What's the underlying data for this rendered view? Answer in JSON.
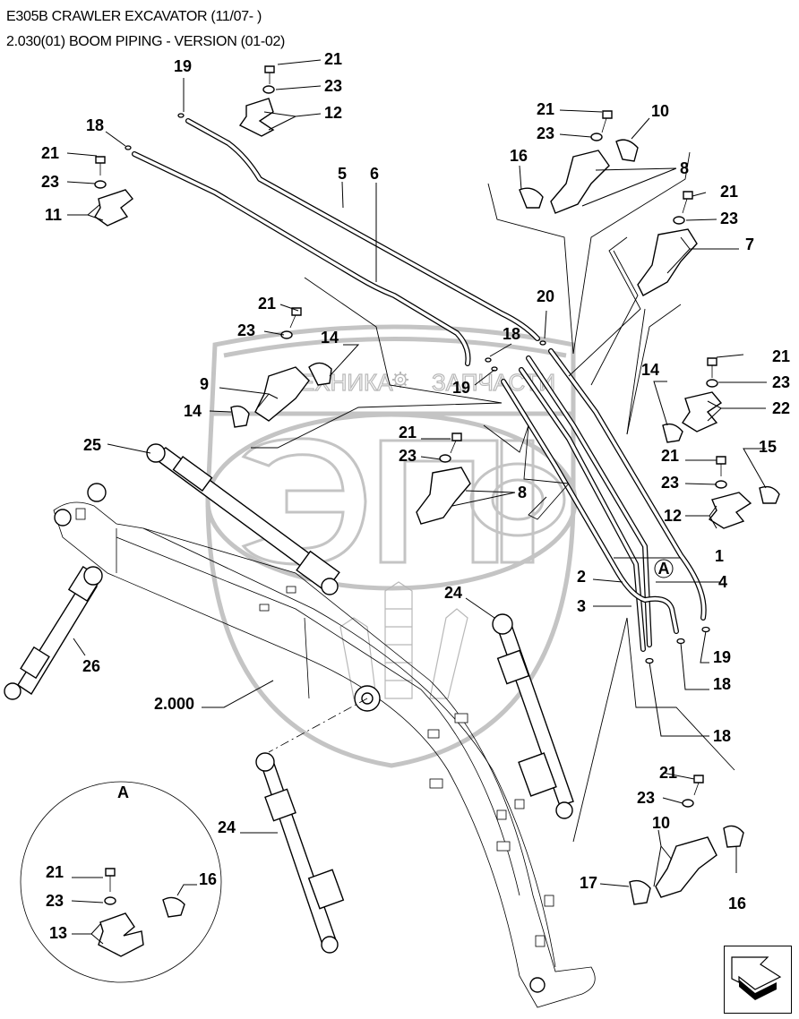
{
  "header": {
    "model": "E305B CRAWLER EXCAVATOR (11/07- )",
    "section": "2.030(01) BOOM PIPING - VERSION (01-02)"
  },
  "watermark": {
    "left_word": "ТЕХНИКА",
    "right_word": "ЗАПЧАСТИ",
    "logo_letters": "ЭПФ",
    "gear_icon": "gear-icon"
  },
  "detail_view": {
    "title": "A",
    "callout_marker": "A"
  },
  "callouts": {
    "c_19_top": "19",
    "c_18_top": "18",
    "c_21_a": "21",
    "c_23_a": "23",
    "c_12_a": "12",
    "c_21_b": "21",
    "c_23_b": "23",
    "c_11": "11",
    "c_5": "5",
    "c_6": "6",
    "c_21_c": "21",
    "c_23_c": "23",
    "c_10_a": "10",
    "c_16_a": "16",
    "c_8_a": "8",
    "c_21_d": "21",
    "c_23_d": "23",
    "c_7": "7",
    "c_20": "20",
    "c_18_mid": "18",
    "c_19_mid": "19",
    "c_21_e": "21",
    "c_23_e": "23",
    "c_14_a": "14",
    "c_9": "9",
    "c_14_b": "14",
    "c_21_f": "21",
    "c_23_f": "23",
    "c_14_c": "14",
    "c_22": "22",
    "c_21_g": "21",
    "c_15": "15",
    "c_23_g": "23",
    "c_12_b": "12",
    "c_25": "25",
    "c_21_h": "21",
    "c_23_h": "23",
    "c_8_b": "8",
    "c_1": "1",
    "c_2": "2",
    "c_4": "4",
    "c_3": "3",
    "c_19_low": "19",
    "c_18_low1": "18",
    "c_18_low2": "18",
    "c_24_a": "24",
    "c_26": "26",
    "c_2000": "2.000",
    "c_21_i": "21",
    "c_23_i": "23",
    "c_10_b": "10",
    "c_17": "17",
    "c_16_b": "16",
    "c_24_b": "24",
    "c_21_j": "21",
    "c_23_j": "23",
    "c_16_c": "16",
    "c_13": "13"
  },
  "nav": {
    "next_page_icon": "return-arrow-icon"
  }
}
